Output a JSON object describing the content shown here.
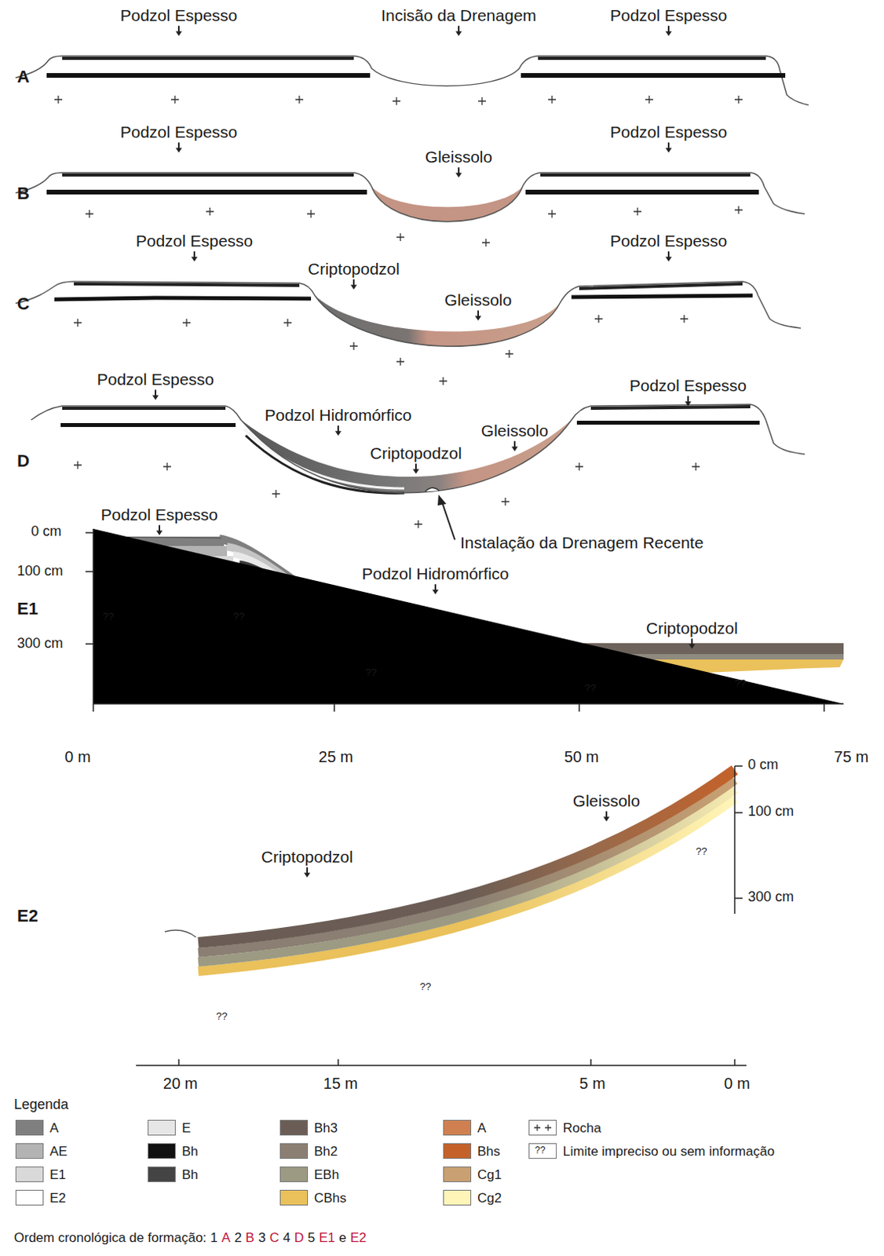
{
  "diagram": {
    "labels": [
      "Podzol Espesso",
      "Incisão da Drenagem",
      "Podzol Espesso",
      "A",
      "Podzol Espesso",
      "Gleissolo",
      "Podzol Espesso",
      "B",
      "Podzol Espesso",
      "Criptopodzol",
      "Gleissolo",
      "Podzol Espesso",
      "C",
      "Podzol Espesso",
      "Podzol Hidromórfico",
      "Gleissolo",
      "Criptopodzol",
      "Podzol Espesso",
      "D",
      "Instalação da Drenagem Recente",
      "Podzol Espesso",
      "0 cm",
      "100 cm",
      "Podzol Hidromórfico",
      "E1",
      "300 cm",
      "Criptopodzol",
      "??",
      "??",
      "??",
      "??",
      "??",
      "0 m",
      "25 m",
      "50 m",
      "75 m",
      "0 cm",
      "Gleissolo",
      "100 cm",
      "??",
      "300 cm",
      "Criptopodzol",
      "E2",
      "??",
      "??",
      "20 m",
      "15 m",
      "5 m",
      "0 m",
      "Legenda",
      "??",
      "Ordem cronológica de formação:",
      "1",
      "A",
      "2",
      "B",
      "3",
      "C",
      "4",
      "D",
      "5",
      "E1",
      "e",
      "E2"
    ],
    "legend": [
      {
        "text": "A",
        "color": "#7f7f7f"
      },
      {
        "text": "AE",
        "color": "#b3b3b3"
      },
      {
        "text": "E1",
        "color": "#d9d9d9"
      },
      {
        "text": "E2",
        "color": "#ffffff"
      },
      {
        "text": "E",
        "color": "#e6e6e6"
      },
      {
        "text": "Bh",
        "color": "#111111"
      },
      {
        "text": "Bh",
        "color": "#444444"
      },
      {
        "text": "Bh3",
        "color": "#6b5d55"
      },
      {
        "text": "Bh2",
        "color": "#8a7f72"
      },
      {
        "text": "EBh",
        "color": "#9c9a82"
      },
      {
        "text": "CBhs",
        "color": "#eac15a"
      },
      {
        "text": "A",
        "color": "#d08050"
      },
      {
        "text": "Bhs",
        "color": "#c4622a"
      },
      {
        "text": "Cg1",
        "color": "#c9a072"
      },
      {
        "text": "Cg2",
        "color": "#fff5b8"
      },
      {
        "text": "Rocha"
      },
      {
        "text": "Limite impreciso ou sem informação"
      }
    ]
  }
}
